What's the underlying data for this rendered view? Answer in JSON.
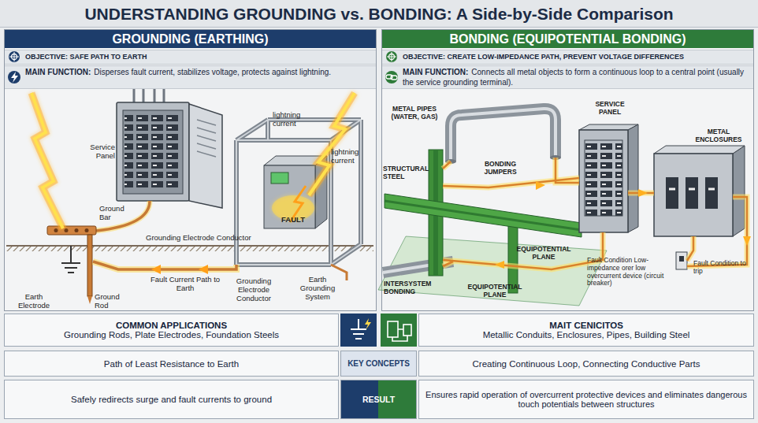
{
  "diagram": {
    "title": "UNDERSTANDING GROUNDING vs. BONDING: A Side-by-Side Comparison",
    "nodes": [
      {
        "text": [
          "GROUNDING (EARTHING)"
        ]
      },
      {
        "text": [
          "OBJECTIVE: SAFE PATH TO EARTH"
        ],
        "in": 0
      },
      {
        "text": [
          "MAIN FUNCTION:",
          "Disperses fault current, stabilizes voltage, protects against lightning."
        ],
        "in": 0
      },
      {
        "text": [
          "BONDING (EQUIPOTENTIAL BONDING)"
        ]
      },
      {
        "text": [
          "OBJECTIVE: CREATE LOW-IMPEDANCE PATH, PREVENT VOLTAGE DIFFERENCES"
        ],
        "in": 3
      },
      {
        "text": [
          "MAIN FUNCTION:",
          "Connects all metal objects to form a continuous loop to a central point (usually the service grounding terminal)."
        ],
        "in": 3
      },
      {
        "text": [
          "COMMON APPLICATIONS",
          "Grounding Rods, Plate Electrodes, Foundation Steels"
        ]
      },
      {
        "text": [
          "MAIT CENICITOS",
          "Metallic Conduits, Enclosures, Pipes, Building Steel"
        ]
      },
      {
        "text": [
          "Path of Least Resistance to Earth"
        ]
      },
      {
        "text": [
          "KEY CONCEPTS"
        ]
      },
      {
        "text": [
          "Creating Continuous Loop, Connecting Conductive Parts"
        ]
      },
      {
        "text": [
          "Safely redirects surge and fault currents to ground"
        ]
      },
      {
        "text": [
          "RESULT"
        ]
      },
      {
        "text": [
          "Ensures rapid operation of overcurrent protective devices and eliminates dangerous touch potentials between structures"
        ]
      }
    ],
    "labels": [
      "lightning current",
      "lightning current",
      "Service Panel",
      "Ground Bar",
      "FAULT",
      "Grounding Electrode Conductor",
      "Earth Electrode",
      "Ground Rod",
      "Fault Current Path to Earth",
      "Grounding Electrode Conductor",
      "Earth Grounding System",
      "METAL PIPES (WATER, GAS)",
      "SERVICE PANEL",
      "METAL ENCLOSURES",
      "STRUCTURAL STEEL",
      "BONDING JUMPERS",
      "EQUIPOTENTIAL PLANE",
      "INTERSYSTEM BONDING",
      "EQUIPOTENTIAL PLANE",
      "Fault Condition Low-impedance orer low overcurrent device (circuit breaker)",
      "Fault Condition to trip"
    ]
  }
}
